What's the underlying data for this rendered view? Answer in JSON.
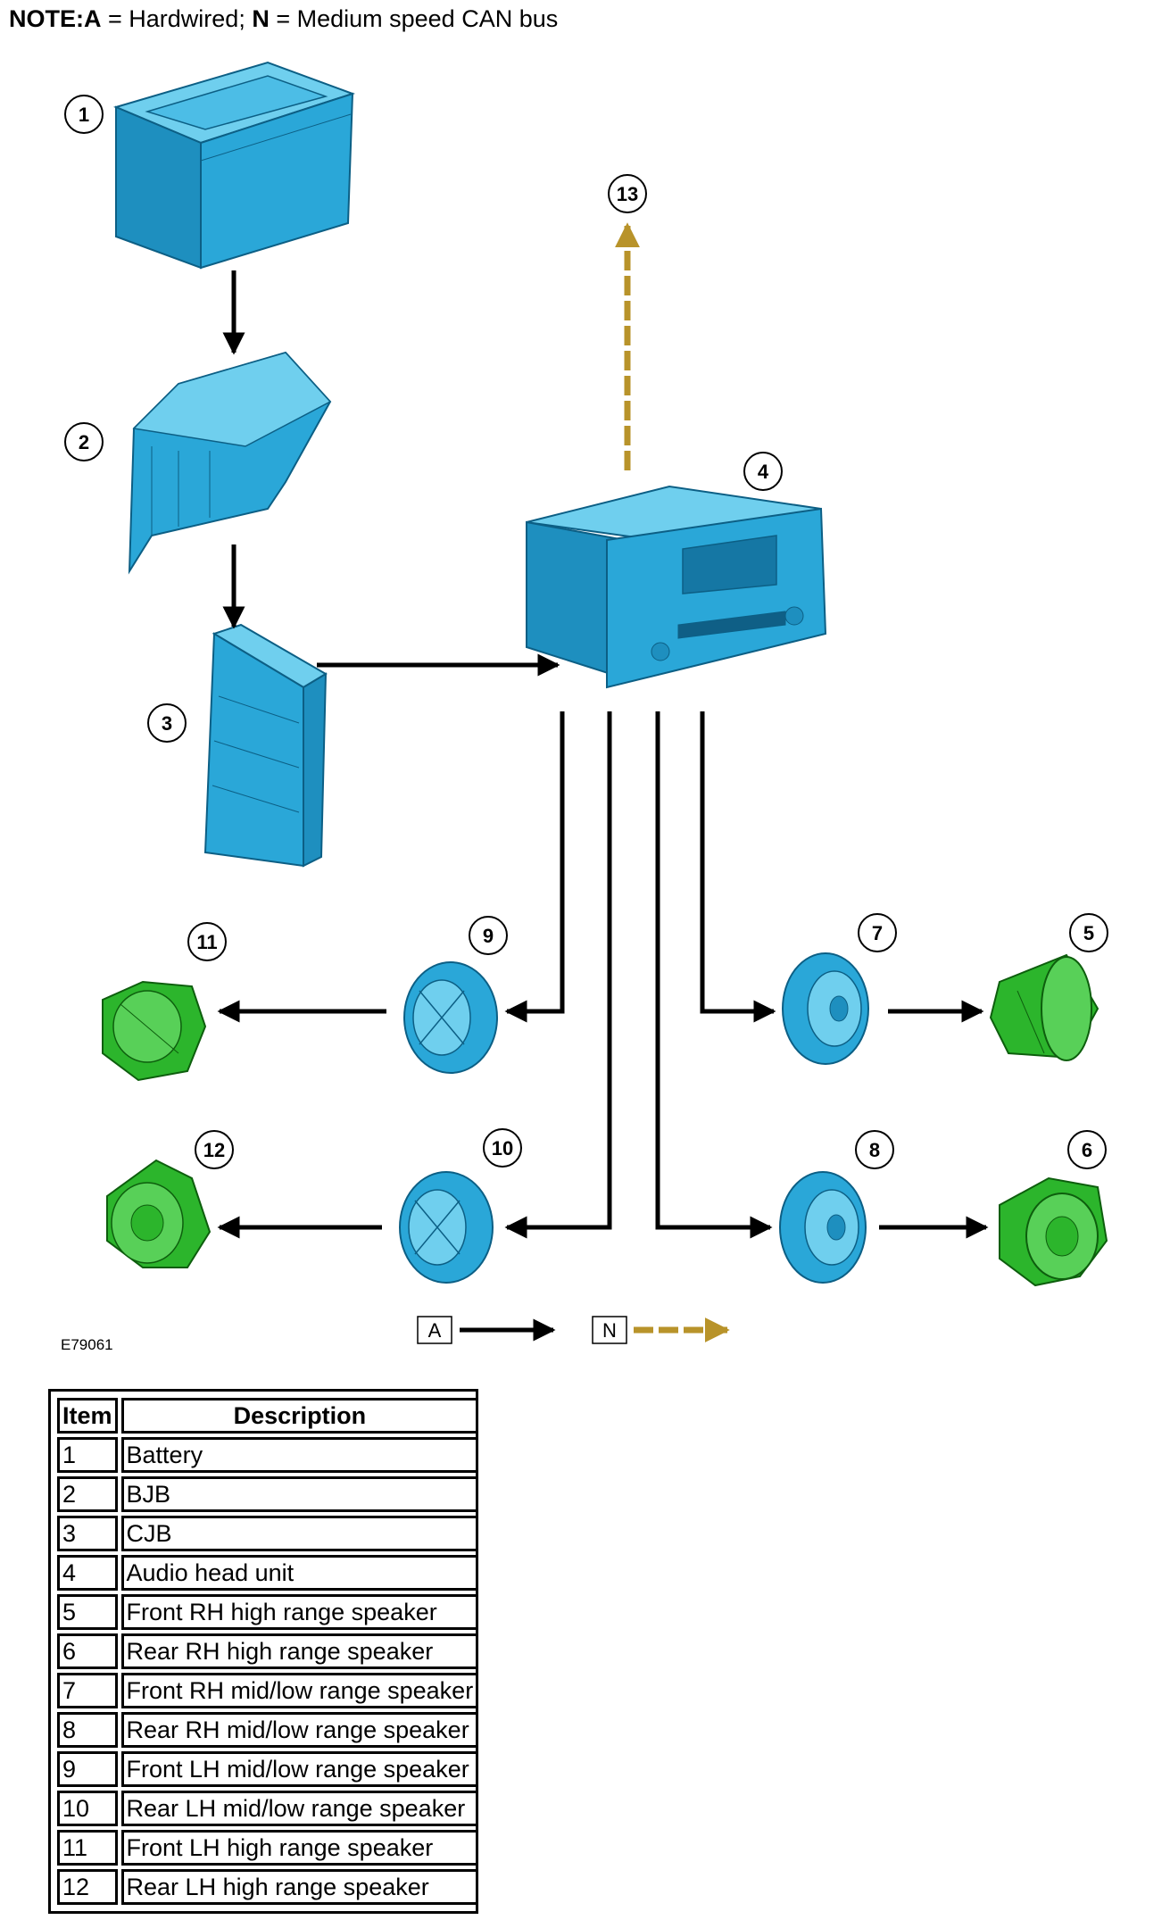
{
  "note": {
    "prefix": "NOTE:",
    "a_key": "A",
    "a_text": " = Hardwired; ",
    "n_key": "N",
    "n_text": " = Medium speed CAN bus"
  },
  "diagram": {
    "callouts": [
      "1",
      "2",
      "3",
      "4",
      "5",
      "6",
      "7",
      "8",
      "9",
      "10",
      "11",
      "12",
      "13"
    ],
    "legend": {
      "a_label": "A",
      "n_label": "N"
    },
    "reference": "E79061",
    "colors": {
      "component_blue": "#2aa7d8",
      "speaker_green": "#2cb52c",
      "can_bus": "#b8932a",
      "hardwired": "#000000"
    }
  },
  "table": {
    "headers": [
      "Item",
      "Description"
    ],
    "rows": [
      [
        "1",
        "Battery"
      ],
      [
        "2",
        "BJB"
      ],
      [
        "3",
        "CJB"
      ],
      [
        "4",
        "Audio head unit"
      ],
      [
        "5",
        "Front RH high range speaker"
      ],
      [
        "6",
        "Rear RH high range speaker"
      ],
      [
        "7",
        "Front RH mid/low range speaker"
      ],
      [
        "8",
        "Rear RH mid/low range speaker"
      ],
      [
        "9",
        "Front LH mid/low range speaker"
      ],
      [
        "10",
        "Rear LH mid/low range speaker"
      ],
      [
        "11",
        "Front LH high range speaker"
      ],
      [
        "12",
        "Rear LH high range speaker"
      ]
    ]
  }
}
